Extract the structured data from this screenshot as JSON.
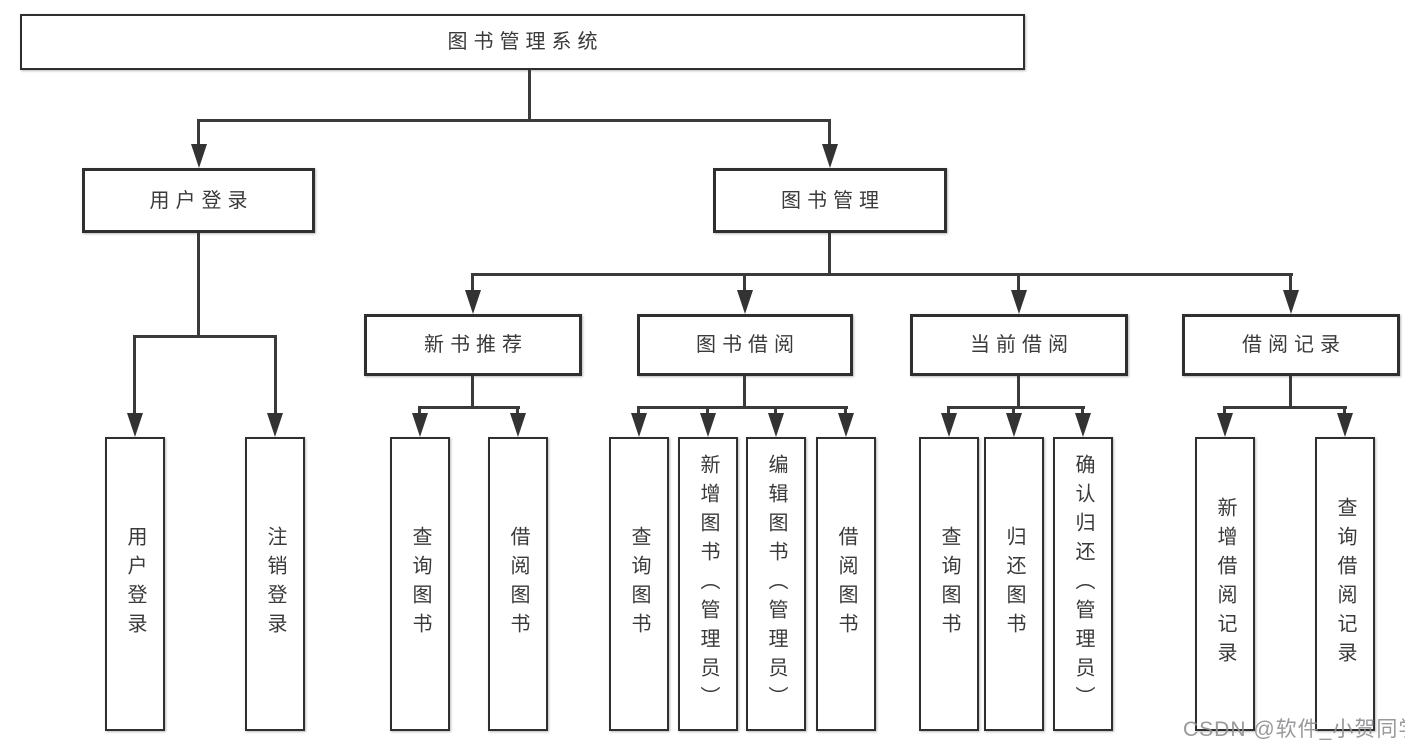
{
  "tree": {
    "label": "图书管理系统",
    "children": [
      {
        "label": "用户登录",
        "children": [
          {
            "label": "用户登录"
          },
          {
            "label": "注销登录"
          }
        ]
      },
      {
        "label": "图书管理",
        "children": [
          {
            "label": "新书推荐",
            "children": [
              {
                "label": "查询图书"
              },
              {
                "label": "借阅图书"
              }
            ]
          },
          {
            "label": "图书借阅",
            "children": [
              {
                "label": "查询图书"
              },
              {
                "label": "新增图书（管理员）"
              },
              {
                "label": "编辑图书（管理员）"
              },
              {
                "label": "借阅图书"
              }
            ]
          },
          {
            "label": "当前借阅",
            "children": [
              {
                "label": "查询图书"
              },
              {
                "label": "归还图书"
              },
              {
                "label": "确认归还（管理员）"
              }
            ]
          },
          {
            "label": "借阅记录",
            "children": [
              {
                "label": "新增借阅记录"
              },
              {
                "label": "查询借阅记录"
              }
            ]
          }
        ]
      }
    ]
  },
  "watermark": {
    "text": "CSDN @软件_小贺同学"
  },
  "colors": {
    "line": "#3a3a3a",
    "border": "#2f2f2f",
    "text": "#3a3a3a",
    "background": "#ffffff",
    "watermark": "#90909.4"
  }
}
